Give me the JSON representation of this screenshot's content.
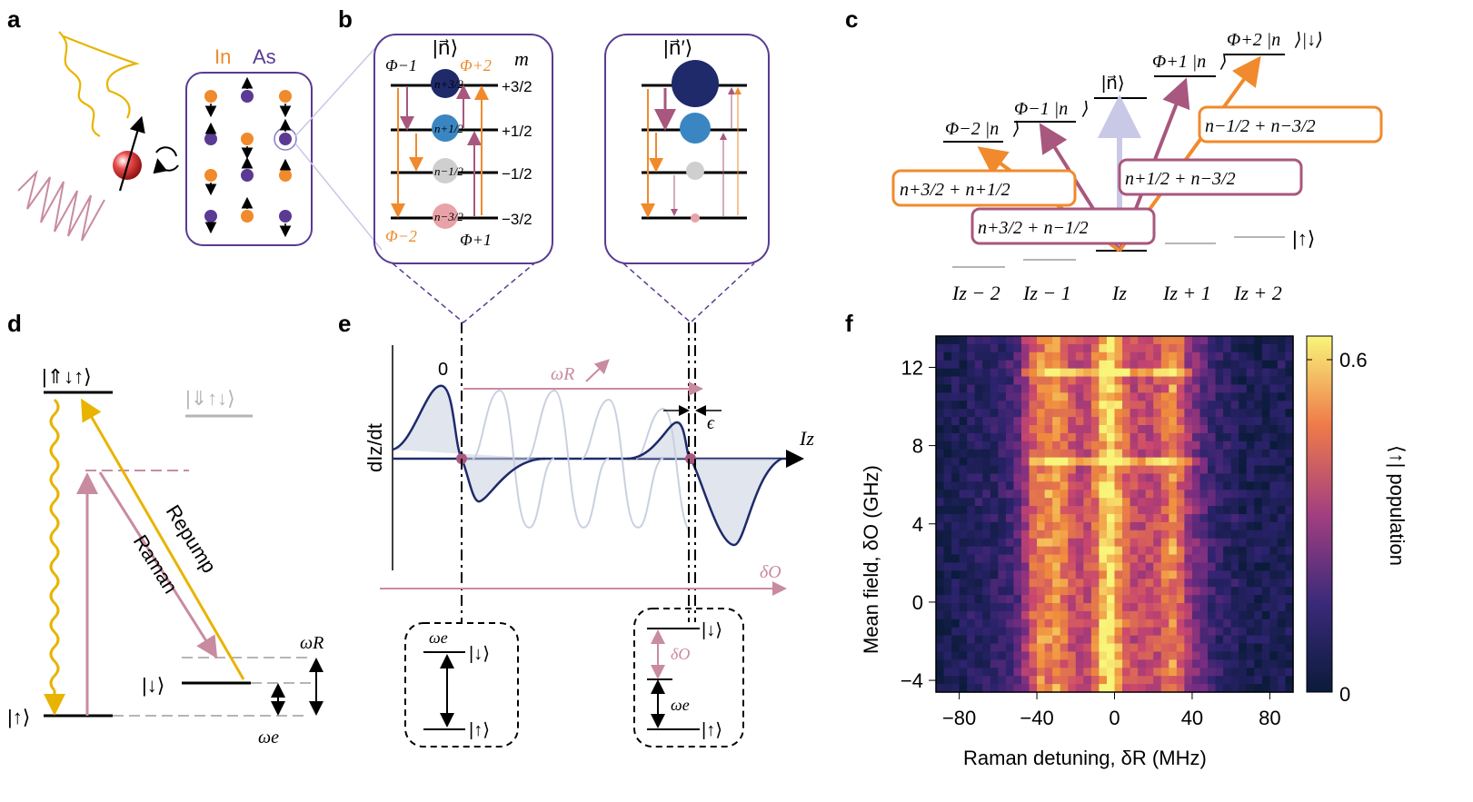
{
  "panels": {
    "a": "a",
    "b": "b",
    "c": "c",
    "d": "d",
    "e": "e",
    "f": "f"
  },
  "panel_a": {
    "in_label": "In",
    "as_label": "As"
  },
  "panel_b": {
    "ket_n": "|n⃗⟩",
    "ket_n_prime": "|n⃗′⟩",
    "m_label": "m",
    "m_values": [
      "+3/2",
      "+1/2",
      "−1/2",
      "−3/2"
    ],
    "occupations": [
      "n+3/2",
      "n+1/2",
      "n−1/2",
      "n−3/2"
    ],
    "phi_labels": {
      "m1": "Φ−1",
      "p2": "Φ+2",
      "m2": "Φ−2",
      "p1": "Φ+1"
    }
  },
  "panel_c": {
    "states": {
      "m2": "Φ−2 |n⃗⟩",
      "m1": "Φ−1 |n⃗⟩",
      "zero": "|n⃗⟩",
      "p1": "Φ+1 |n⃗⟩",
      "p2": "Φ+2 |n⃗⟩|↓⟩"
    },
    "amplitudes": {
      "a1": "n+3/2 + n+1/2",
      "a2": "n+3/2 + n−1/2",
      "a3": "n+1/2 + n−3/2",
      "a4": "n−1/2 + n−3/2"
    },
    "up_label": "|↑⟩",
    "x_labels": [
      "Iz − 2",
      "Iz − 1",
      "Iz",
      "Iz + 1",
      "Iz + 2"
    ]
  },
  "panel_d": {
    "top_state": "|⇑↓↑⟩",
    "grey_state": "|⇓↑↓⟩",
    "repump": "Repump",
    "raman": "Raman",
    "down": "|↓⟩",
    "up": "|↑⟩",
    "omega_r": "ωR",
    "omega_e": "ωe"
  },
  "panel_e": {
    "ylabel": "dIz/dt",
    "xlabel": "Iz",
    "zero": "0",
    "omega_r": "ωR",
    "epsilon": "ϵ",
    "delta_o": "δO",
    "box1": {
      "omega_e": "ωe",
      "down": "|↓⟩",
      "up": "|↑⟩"
    },
    "box2": {
      "delta_o": "δO",
      "omega_e": "ωe",
      "down": "|↓⟩",
      "up": "|↑⟩"
    }
  },
  "chart_data": {
    "type": "heatmap",
    "xlabel": "Raman detuning, δR (MHz)",
    "ylabel": "Mean field, δO (GHz)",
    "x_ticks": [
      -80,
      -40,
      0,
      40,
      80
    ],
    "y_ticks": [
      -4,
      0,
      4,
      8,
      12
    ],
    "xlim": [
      -92,
      92
    ],
    "ylim": [
      -4.6,
      13.6
    ],
    "colorbar": {
      "label": "⟨↑| population",
      "ticks": [
        0,
        0.6
      ],
      "range": [
        0,
        0.63
      ]
    },
    "description_peaks_mhz": [
      -40,
      -30,
      -5,
      0,
      30
    ],
    "colors": {
      "low": "#0b1b3a",
      "mid": "#b13f7a",
      "high": "#f8f57a"
    }
  },
  "colors": {
    "navy": "#1f2a6b",
    "pink": "#c98ba0",
    "orange": "#f08a2c",
    "purple": "#5a3a93",
    "yellow": "#e8b400",
    "blue": "#3a86c2"
  }
}
